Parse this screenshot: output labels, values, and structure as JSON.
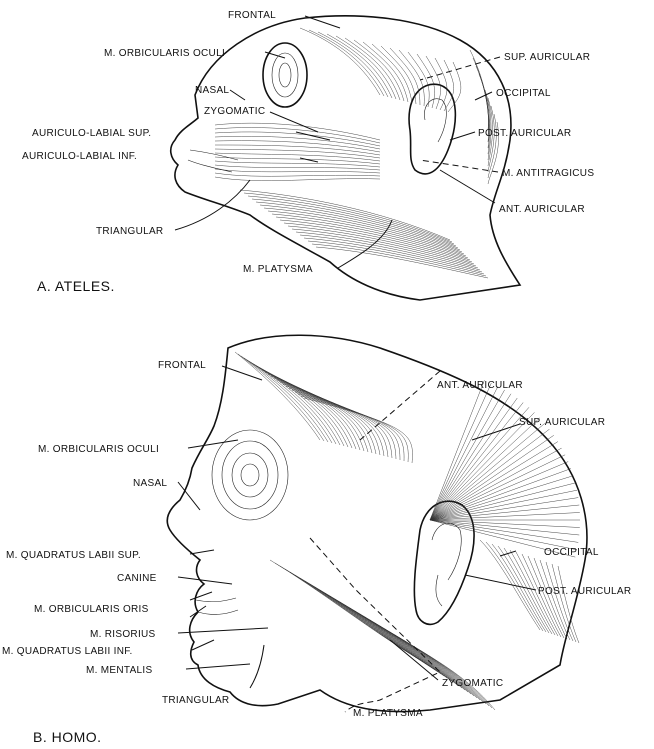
{
  "panel_a": {
    "caption": "A. ATELES.",
    "labels": {
      "frontal": "FRONTAL",
      "orbicularis_oculi": "M. ORBICULARIS OCULI",
      "nasal": "NASAL",
      "zygomatic": "ZYGOMATIC",
      "auriculo_labial_sup": "AURICULO-LABIAL SUP.",
      "auriculo_labial_inf": "AURICULO-LABIAL INF.",
      "triangular": "TRIANGULAR",
      "platysma": "M. PLATYSMA",
      "sup_auricular": "SUP. AURICULAR",
      "occipital": "OCCIPITAL",
      "post_auricular": "POST. AURICULAR",
      "antitragicus": "M. ANTITRAGICUS",
      "ant_auricular": "ANT. AURICULAR"
    }
  },
  "panel_b": {
    "caption": "B. HOMO.",
    "labels": {
      "frontal": "FRONTAL",
      "orbicularis_oculi": "M. ORBICULARIS OCULI",
      "nasal": "NASAL",
      "quadratus_labii_sup": "M. QUADRATUS LABII SUP.",
      "canine": "CANINE",
      "orbicularis_oris": "M. ORBICULARIS ORIS",
      "risorius": "M. RISORIUS",
      "quadratus_labii_inf": "M. QUADRATUS LABII INF.",
      "mentalis": "M. MENTALIS",
      "triangular": "TRIANGULAR",
      "platysma": "M. PLATYSMA",
      "zygomatic": "ZYGOMATIC",
      "ant_auricular": "ANT. AURICULAR",
      "sup_auricular": "SUP. AURICULAR",
      "occipital": "OCCIPITAL",
      "post_auricular": "POST. AURICULAR"
    }
  }
}
